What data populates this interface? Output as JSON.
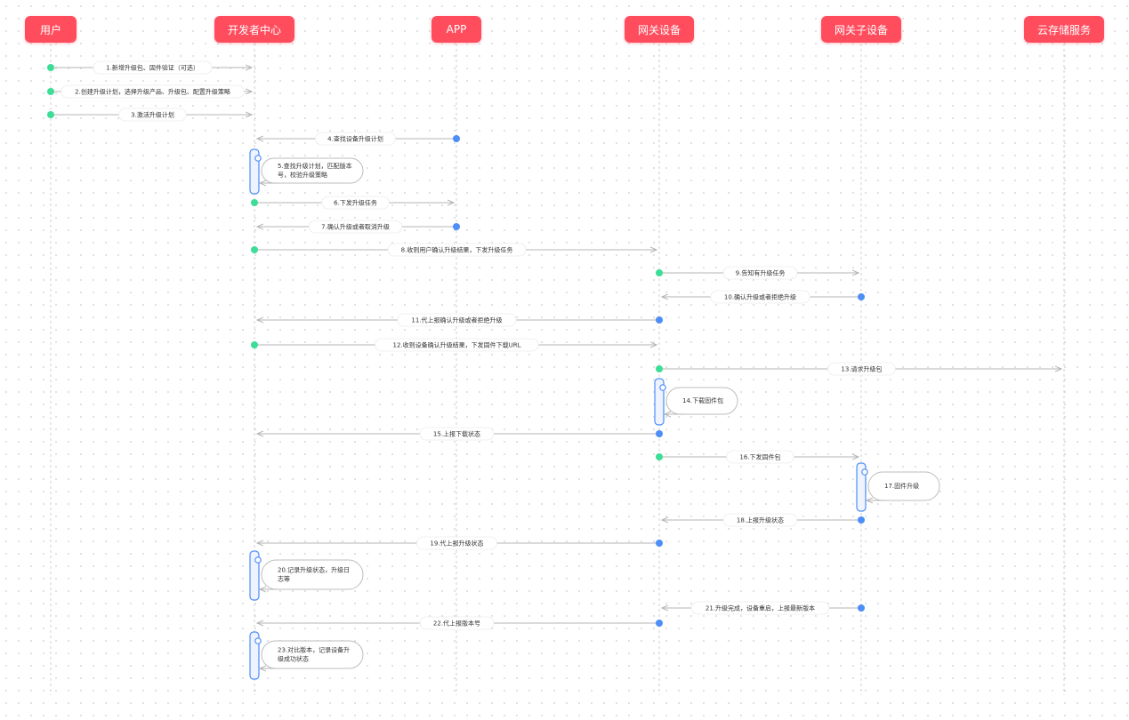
{
  "colors": {
    "actor_bg": "#ff4d5e",
    "actor_text": "#ffffff",
    "start_dot_green": "#3ddc97",
    "start_dot_blue": "#4d8ef7",
    "arrow": "#b5b5b5",
    "activation_border": "#4d8ef7",
    "activation_fill": "#eef3ff",
    "lifeline": "#cfcfcf"
  },
  "actors": [
    {
      "id": "user",
      "label": "用户"
    },
    {
      "id": "devcenter",
      "label": "开发者中心"
    },
    {
      "id": "app",
      "label": "APP"
    },
    {
      "id": "gateway",
      "label": "网关设备"
    },
    {
      "id": "subdevice",
      "label": "网关子设备"
    },
    {
      "id": "cloud",
      "label": "云存储服务"
    }
  ],
  "messages": [
    {
      "from": "user",
      "to": "devcenter",
      "label": "1.新增升级包、固件验证（可选）",
      "dot": "green"
    },
    {
      "from": "user",
      "to": "devcenter",
      "label": "2.创建升级计划，选择升级产品、升级包、配置升级策略",
      "dot": "green"
    },
    {
      "from": "user",
      "to": "devcenter",
      "label": "3.激活升级计划",
      "dot": "green"
    },
    {
      "from": "app",
      "to": "devcenter",
      "label": "4.查找设备升级计划",
      "dot": "blue"
    },
    {
      "from": "devcenter",
      "to": "devcenter",
      "label": "5.查找升级计划，匹配版本号，校验升级策略",
      "self": true
    },
    {
      "from": "devcenter",
      "to": "app",
      "label": "6.下发升级任务",
      "dot": "green"
    },
    {
      "from": "app",
      "to": "devcenter",
      "label": "7.确认升级或者取消升级",
      "dot": "blue"
    },
    {
      "from": "devcenter",
      "to": "gateway",
      "label": "8.收到用户确认升级结果，下发升级任务",
      "dot": "green"
    },
    {
      "from": "gateway",
      "to": "subdevice",
      "label": "9.告知有升级任务",
      "dot": "green"
    },
    {
      "from": "subdevice",
      "to": "gateway",
      "label": "10.确认升级或者拒绝升级",
      "dot": "blue"
    },
    {
      "from": "gateway",
      "to": "devcenter",
      "label": "11.代上报确认升级或者拒绝升级",
      "dot": "blue"
    },
    {
      "from": "devcenter",
      "to": "gateway",
      "label": "12.收到设备确认升级结果，下发固件下载URL",
      "dot": "green"
    },
    {
      "from": "gateway",
      "to": "cloud",
      "label": "13.请求升级包",
      "dot": "green"
    },
    {
      "from": "gateway",
      "to": "gateway",
      "label": "14.下载固件包",
      "self": true
    },
    {
      "from": "gateway",
      "to": "devcenter",
      "label": "15.上报下载状态",
      "dot": "blue"
    },
    {
      "from": "gateway",
      "to": "subdevice",
      "label": "16.下发固件包",
      "dot": "green"
    },
    {
      "from": "subdevice",
      "to": "subdevice",
      "label": "17.固件升级",
      "self": true
    },
    {
      "from": "subdevice",
      "to": "gateway",
      "label": "18.上报升级状态",
      "dot": "blue"
    },
    {
      "from": "gateway",
      "to": "devcenter",
      "label": "19.代上报升级状态",
      "dot": "blue"
    },
    {
      "from": "devcenter",
      "to": "devcenter",
      "label": "20.记录升级状态，升级日志等",
      "self": true
    },
    {
      "from": "subdevice",
      "to": "gateway",
      "label": "21.升级完成，设备重启，上报最新版本",
      "dot": "blue"
    },
    {
      "from": "gateway",
      "to": "devcenter",
      "label": "22.代上报版本号",
      "dot": "blue"
    },
    {
      "from": "devcenter",
      "to": "devcenter",
      "label": "23.对比版本，记录设备升级成功状态",
      "self": true
    }
  ]
}
